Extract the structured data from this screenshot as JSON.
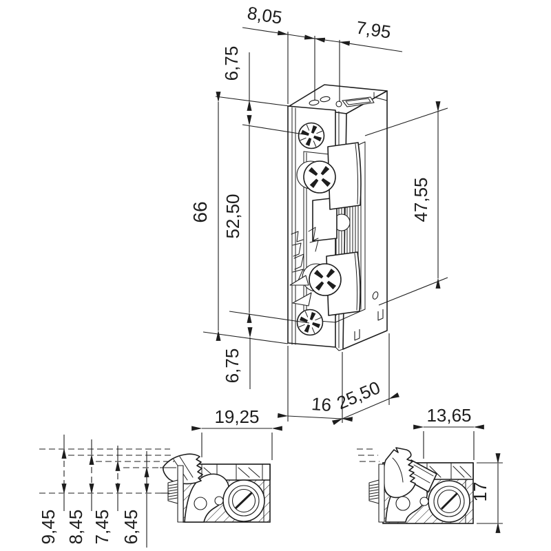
{
  "meta": {
    "type": "technical-dimensional-drawing",
    "subject": "Electric door strike (isometric view with two sectional views)",
    "decimal_style": "comma",
    "line_color": "#1d1d1d",
    "background_color": "#ffffff"
  },
  "dims": {
    "main": {
      "top_left": "8,05",
      "top_right": "7,95",
      "top_offset": "6,75",
      "total_height": "66",
      "screw_spacing": "52,50",
      "keeper_span": "47,55",
      "bottom_offset": "6,75",
      "front_depth": "16",
      "body_depth": "25,50"
    },
    "left_section": {
      "width": "19,25",
      "adjust_pos_1": "9,45",
      "adjust_pos_2": "8,45",
      "adjust_pos_3": "7,45",
      "adjust_pos_4": "6,45"
    },
    "right_section": {
      "width": "13,65",
      "height": "17"
    }
  }
}
